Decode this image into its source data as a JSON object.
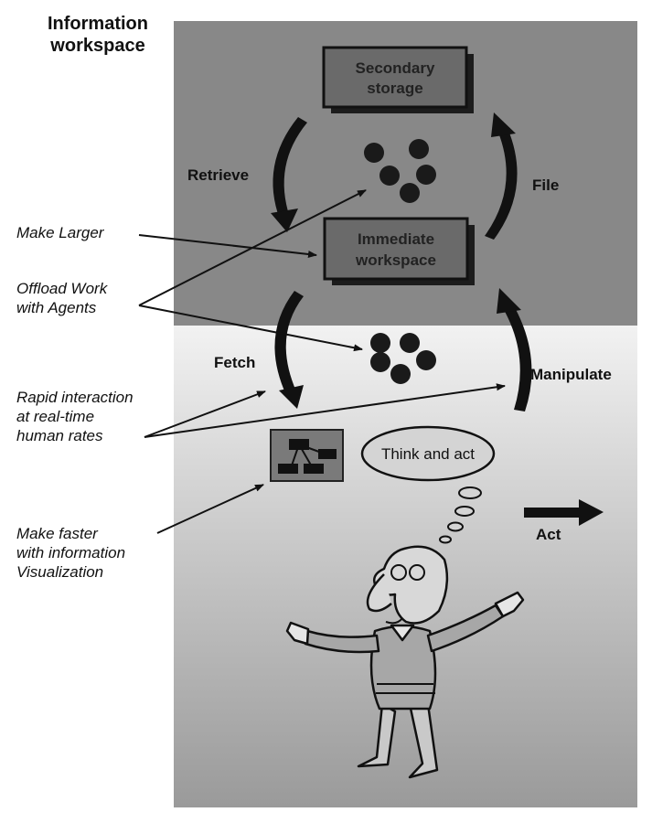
{
  "title": {
    "line1": "Information",
    "line2": "workspace"
  },
  "boxes": {
    "secondary": {
      "line1": "Secondary",
      "line2": "storage"
    },
    "immediate": {
      "line1": "Immediate",
      "line2": "workspace"
    }
  },
  "loop_labels": {
    "retrieve": "Retrieve",
    "file": "File",
    "fetch": "Fetch",
    "manipulate": "Manipulate",
    "act": "Act"
  },
  "thought": "Think and act",
  "notes": {
    "make_larger": "Make Larger",
    "offload": {
      "line1": "Offload Work",
      "line2": "with Agents"
    },
    "rapid": {
      "line1": "Rapid interaction",
      "line2": "at real-time",
      "line3": "human rates"
    },
    "faster": {
      "line1": "Make faster",
      "line2": "with information",
      "line3": "Visualization"
    }
  },
  "colors": {
    "workspace_bg": "#888888",
    "box_fill": "#6a6a6a",
    "ink": "#111111",
    "bubble_fill": "#d4d4d4"
  }
}
